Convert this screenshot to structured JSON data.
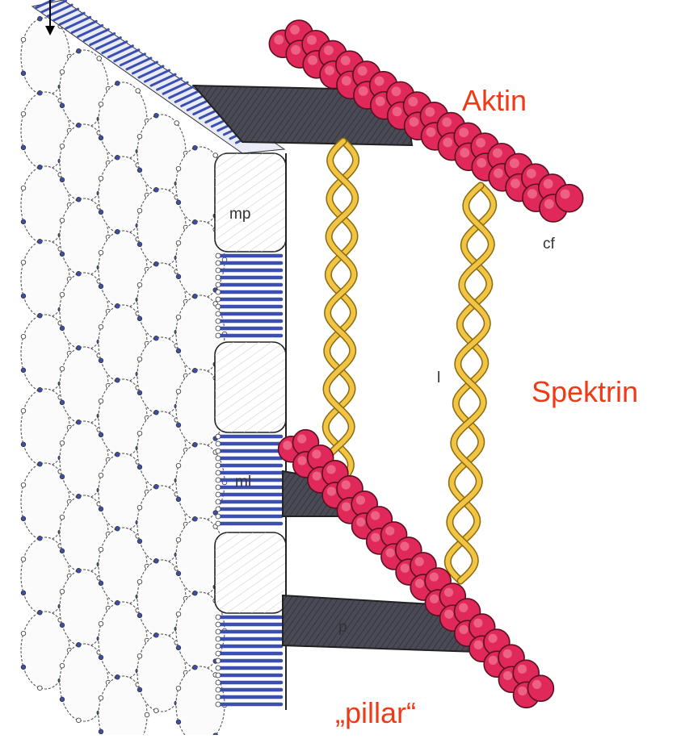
{
  "labels": {
    "aktin": "Aktin",
    "spektrin": "Spektrin",
    "pillar": "„pillar“",
    "mp": "mp",
    "ml": "ml",
    "cf": "cf",
    "l": "l",
    "p": "p"
  },
  "colors": {
    "actin": "#e0295a",
    "spectrin": "#f2c443",
    "membrane_blue": "#3a4fb0",
    "strut": "#3a3a44",
    "label_red": "#f03a17"
  }
}
